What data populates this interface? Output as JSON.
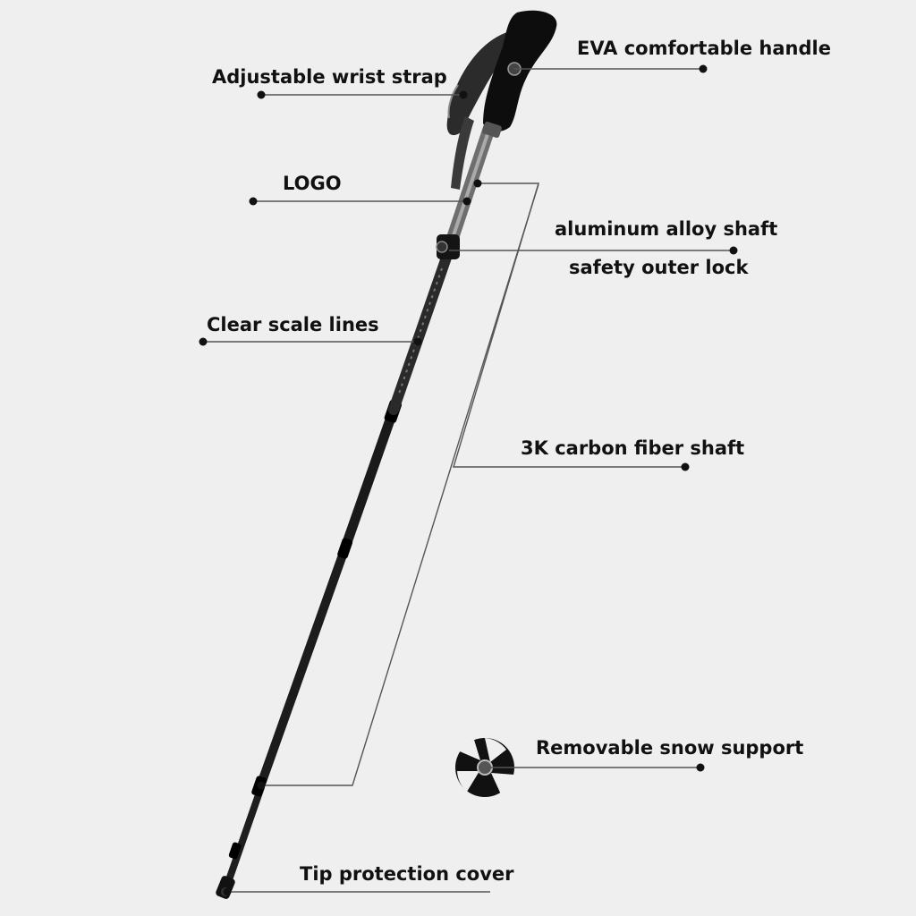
{
  "colors": {
    "background": "#efefef",
    "text": "#111111",
    "leader_line": "#555555",
    "pole_dark": "#1c1c1c",
    "handle_foam": "#0d0d0d",
    "alloy_gray": "#7a7a7a"
  },
  "labels": {
    "eva_handle": "EVA comfortable handle",
    "wrist_strap": "Adjustable wrist strap",
    "logo": "LOGO",
    "aluminum_shaft": "aluminum alloy shaft",
    "safety_lock": "safety outer lock",
    "scale_lines": "Clear scale lines",
    "carbon_shaft": "3K carbon fiber shaft",
    "snow_support": "Removable snow support",
    "tip_cover": "Tip protection cover"
  }
}
